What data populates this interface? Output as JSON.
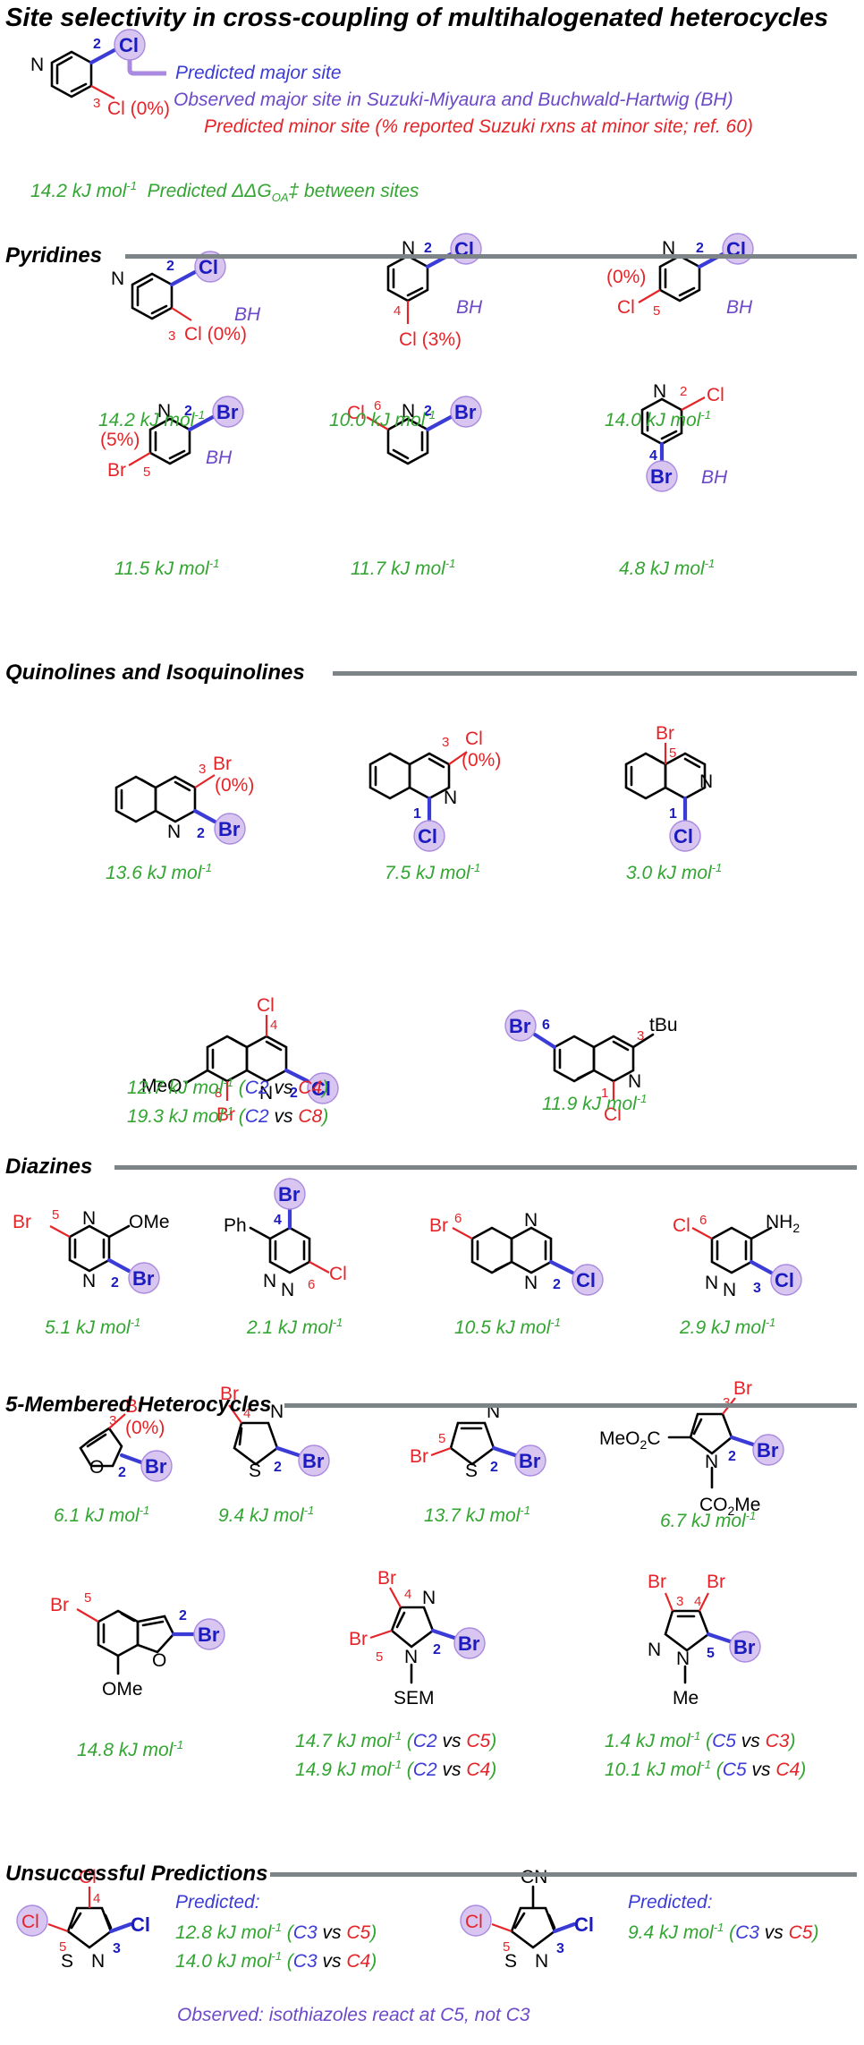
{
  "title": "Site selectivity in cross-coupling of multihalogenated heterocycles",
  "legend": {
    "major": "Predicted major site",
    "observed": "Observed major site in Suzuki-Miyaura and Buchwald-Hartwig (BH)",
    "minor": "Predicted minor site (% reported Suzuki rxns at minor site; ref. 60)",
    "energy_value": "14.2 kJ mol",
    "energy_sup": "-1",
    "energy_desc": "Predicted ΔΔG",
    "energy_sub": "OA",
    "energy_tail": "‡ between sites",
    "example_cl_major": "Cl",
    "example_cl_minor": "Cl (0%)",
    "example_pos_major": "2",
    "example_pos_minor": "3"
  },
  "sections": {
    "pyridines": "Pyridines",
    "quinolines": "Quinolines and Isoquinolines",
    "diazines": "Diazines",
    "five_membered": "5-Membered Heterocycles",
    "unsuccessful": "Unsuccessful Predictions"
  },
  "pyridines": [
    {
      "energy": "14.2 kJ mol",
      "label": "BH",
      "minor": "Cl (0%)",
      "major": "Cl",
      "pmin": "3",
      "pmaj": "2"
    },
    {
      "energy": "10.0 kJ mol",
      "label": "BH",
      "minor": "Cl (3%)",
      "major": "Cl",
      "pmin": "4",
      "pmaj": "2"
    },
    {
      "energy": "14.0 kJ mol",
      "label": "BH",
      "minor": "Cl",
      "pct": "(0%)",
      "major": "Cl",
      "pmin": "5",
      "pmaj": "2"
    },
    {
      "energy": "11.5 kJ mol",
      "label": "BH",
      "minor": "Br",
      "pct": "(5%)",
      "major": "Br",
      "pmin": "5",
      "pmaj": "2"
    },
    {
      "energy": "11.7 kJ mol",
      "minor": "Cl",
      "major": "Br",
      "pmin": "6",
      "pmaj": "2"
    },
    {
      "energy": "4.8 kJ mol",
      "label": "BH",
      "minor": "Cl",
      "major": "Br",
      "pmin": "2",
      "pmaj": "4"
    }
  ],
  "quinolines": [
    {
      "energy": "13.6 kJ mol",
      "minor": "Br",
      "pct": "(0%)",
      "major": "Br",
      "pmin": "3",
      "pmaj": "2"
    },
    {
      "energy": "7.5 kJ mol",
      "minor": "Cl",
      "pct": "(0%)",
      "major": "Cl",
      "pmin": "3",
      "pmaj": "1"
    },
    {
      "energy": "3.0 kJ mol",
      "minor": "Br",
      "major": "Cl",
      "pmin": "5",
      "pmaj": "1"
    },
    {
      "energy1": "12.7 kJ mol",
      "cmp1a": "C2",
      "cmp1b": "C4",
      "energy2": "19.3 kJ mol",
      "cmp2a": "C2",
      "cmp2b": "C8",
      "sub_top": "Cl",
      "sub_br": "Br",
      "major": "Cl",
      "ome": "MeO",
      "p4": "4",
      "p8": "8",
      "pmaj": "2"
    },
    {
      "energy": "11.9 kJ mol",
      "major": "Br",
      "minor": "Cl",
      "tbu": "tBu",
      "pmaj": "6",
      "pmin": "1",
      "p3": "3"
    }
  ],
  "diazines": [
    {
      "energy": "5.1 kJ mol",
      "minor": "Br",
      "major": "Br",
      "sub": "OMe",
      "pmin": "5",
      "pmaj": "2"
    },
    {
      "energy": "2.1 kJ mol",
      "minor": "Cl",
      "major": "Br",
      "sub": "Ph",
      "pmin": "6",
      "pmaj": "4"
    },
    {
      "energy": "10.5 kJ mol",
      "minor": "Br",
      "major": "Cl",
      "pmin": "6",
      "pmaj": "2"
    },
    {
      "energy": "2.9 kJ mol",
      "minor": "Cl",
      "major": "Cl",
      "sub": "NH2",
      "pmin": "6",
      "pmaj": "3"
    }
  ],
  "five": [
    {
      "energy": "6.1 kJ mol",
      "minor": "Br",
      "pct": "(0%)",
      "major": "Br",
      "pmin": "3",
      "pmaj": "2"
    },
    {
      "energy": "9.4 kJ mol",
      "minor": "Br",
      "major": "Br",
      "pmin": "4",
      "pmaj": "2"
    },
    {
      "energy": "13.7 kJ mol",
      "minor": "Br",
      "major": "Br",
      "pmin": "5",
      "pmaj": "2"
    },
    {
      "energy": "6.7 kJ mol",
      "minor": "Br",
      "major": "Br",
      "ester": "MeO2C",
      "boc": "CO2Me",
      "pmin": "3",
      "pmaj": "2"
    },
    {
      "energy": "14.8 kJ mol",
      "minor": "Br",
      "major": "Br",
      "ome": "OMe",
      "pmin": "5",
      "pmaj": "2"
    },
    {
      "energy1": "14.7 kJ mol",
      "cmp1a": "C2",
      "cmp1b": "C5",
      "energy2": "14.9 kJ mol",
      "cmp2a": "C2",
      "cmp2b": "C4",
      "br4": "Br",
      "br5": "Br",
      "major": "Br",
      "sem": "SEM",
      "p4": "4",
      "p5": "5",
      "pmaj": "2"
    },
    {
      "energy1": "1.4 kJ mol",
      "cmp1a": "C5",
      "cmp1b": "C3",
      "energy2": "10.1 kJ mol",
      "cmp2a": "C5",
      "cmp2b": "C4",
      "br3": "Br",
      "br4": "Br",
      "major": "Br",
      "me": "Me",
      "p3": "3",
      "p4": "4",
      "pmaj": "5"
    }
  ],
  "unsuccessful": [
    {
      "pred_label": "Predicted:",
      "energy1": "12.8 kJ mol",
      "cmp1a": "C3",
      "cmp1b": "C5",
      "energy2": "14.0 kJ mol",
      "cmp2a": "C3",
      "cmp2b": "C4",
      "top": "Cl",
      "left": "Cl",
      "right": "Cl",
      "p4": "4",
      "p5": "5",
      "p3": "3"
    },
    {
      "pred_label": "Predicted:",
      "energy1": "9.4 kJ mol",
      "cmp1a": "C3",
      "cmp1b": "C5",
      "top": "CN",
      "left": "Cl",
      "right": "Cl",
      "p5": "5",
      "p3": "3"
    }
  ],
  "observed_note": "Observed: isothiazoles react at C5, not C3",
  "vs": "vs",
  "sup": "-1",
  "colors": {
    "major": "#3b3bd6",
    "minor": "#e42428",
    "green": "#33a532",
    "purple": "#6c49c9",
    "circle": "#d8c6f0",
    "rule": "#7d8487"
  }
}
